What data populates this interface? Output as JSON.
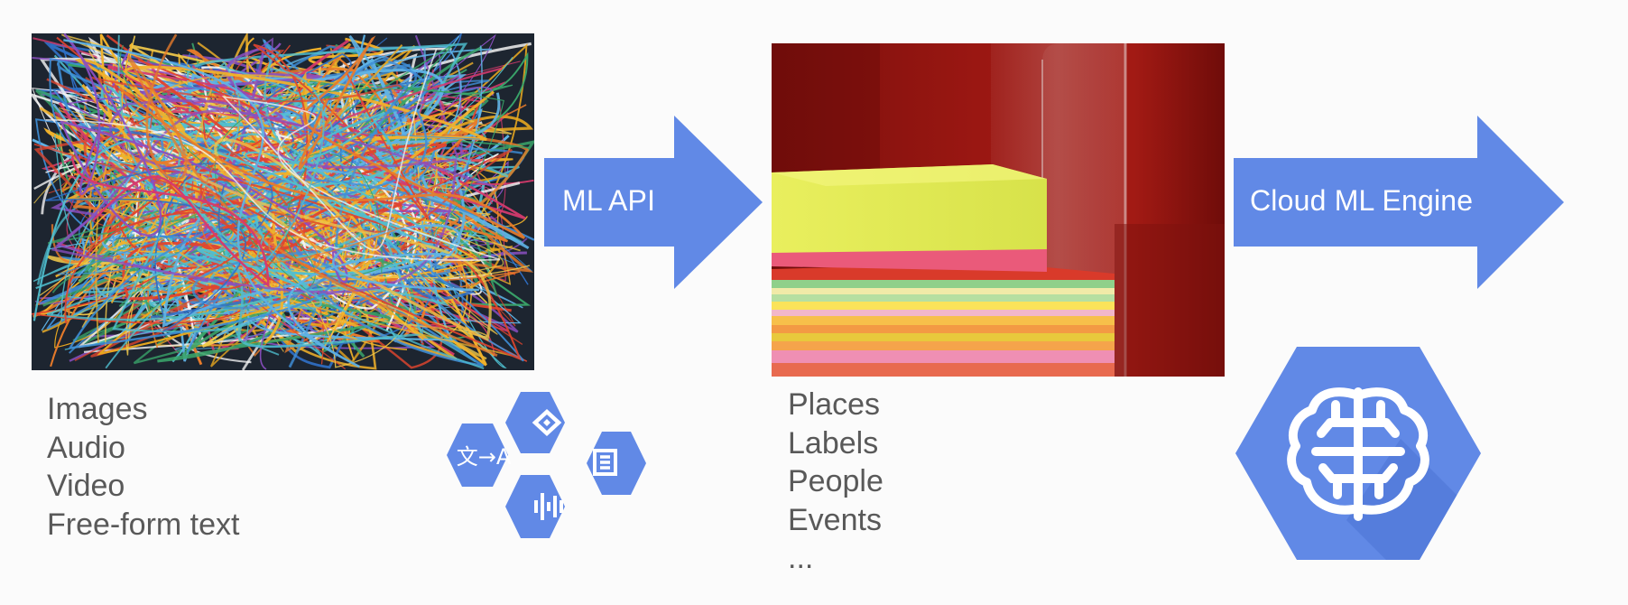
{
  "colors": {
    "accent": "#6189e6",
    "icon_dark": "#4d74d6",
    "text": "#595959",
    "white": "#ffffff"
  },
  "left_photo": {
    "subject": "tangled colored wires"
  },
  "middle_photo": {
    "subject": "stacks of colored paper"
  },
  "arrow_1": {
    "label": "ML API"
  },
  "arrow_2": {
    "label": "Cloud ML Engine"
  },
  "inputs_list": [
    "Images",
    "Audio",
    "Video",
    "Free-form text"
  ],
  "outputs_list": [
    "Places",
    "Labels",
    "People",
    "Events",
    "..."
  ],
  "ml_api_icons": {
    "translate_glyph": "文→A",
    "icons": [
      "translate-icon",
      "vision-icon",
      "natural-language-icon",
      "speech-icon"
    ]
  },
  "ml_engine_icon": {
    "icon": "brain-icon"
  }
}
